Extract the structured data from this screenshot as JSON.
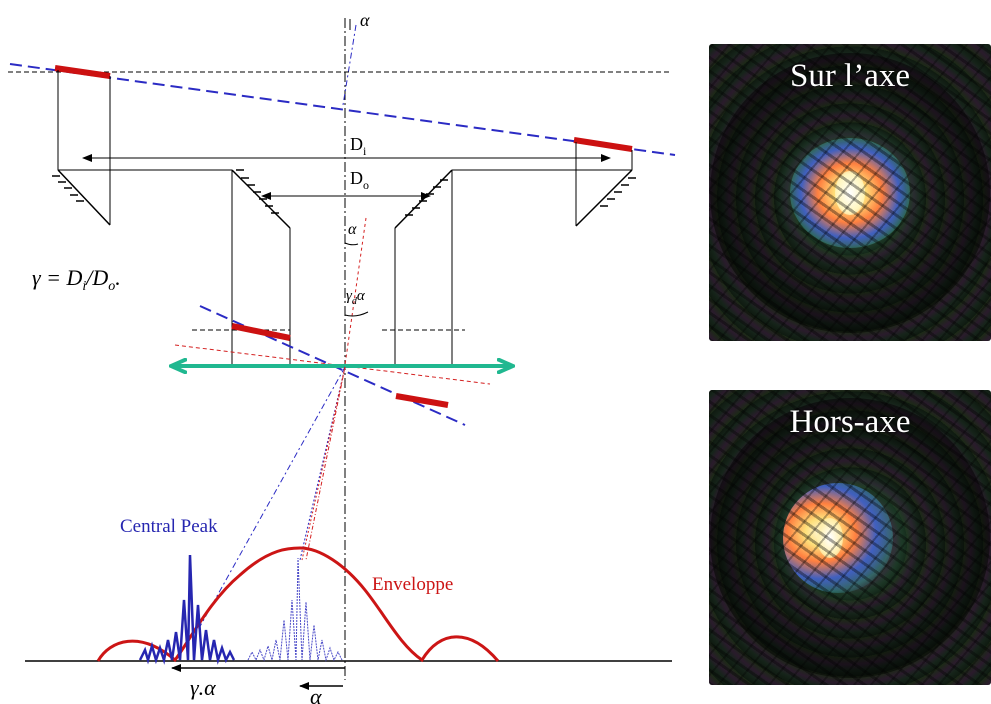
{
  "diagram": {
    "label_alpha_top": "α",
    "label_Di": "D",
    "label_Di_sub": "i",
    "label_Do": "D",
    "label_Do_sub": "o",
    "label_gamma_formula": "γ = D",
    "label_gamma_formula_i": "i",
    "label_gamma_formula_mid": "/D",
    "label_gamma_formula_o": "o",
    "label_gamma_formula_end": ".",
    "label_alpha_mid": "α",
    "label_gamma_alpha_angle": "γ",
    "label_gamma_alpha_angle_sub": "d",
    "label_gamma_alpha_angle_tail": "α",
    "label_central_peak": "Central Peak",
    "label_enveloppe": "Enveloppe",
    "label_gamma_dot_alpha": "γ.α",
    "label_alpha_bottom": "α",
    "colors": {
      "mirror": "#cc1111",
      "blue_axis": "#2b2bc4",
      "red_axis": "#d42020",
      "lens": "#20b890",
      "envelope": "#cc1515",
      "peak": "#2626b0"
    }
  },
  "panels": [
    {
      "title": "Sur l’axe"
    },
    {
      "title": "Hors-axe"
    }
  ]
}
